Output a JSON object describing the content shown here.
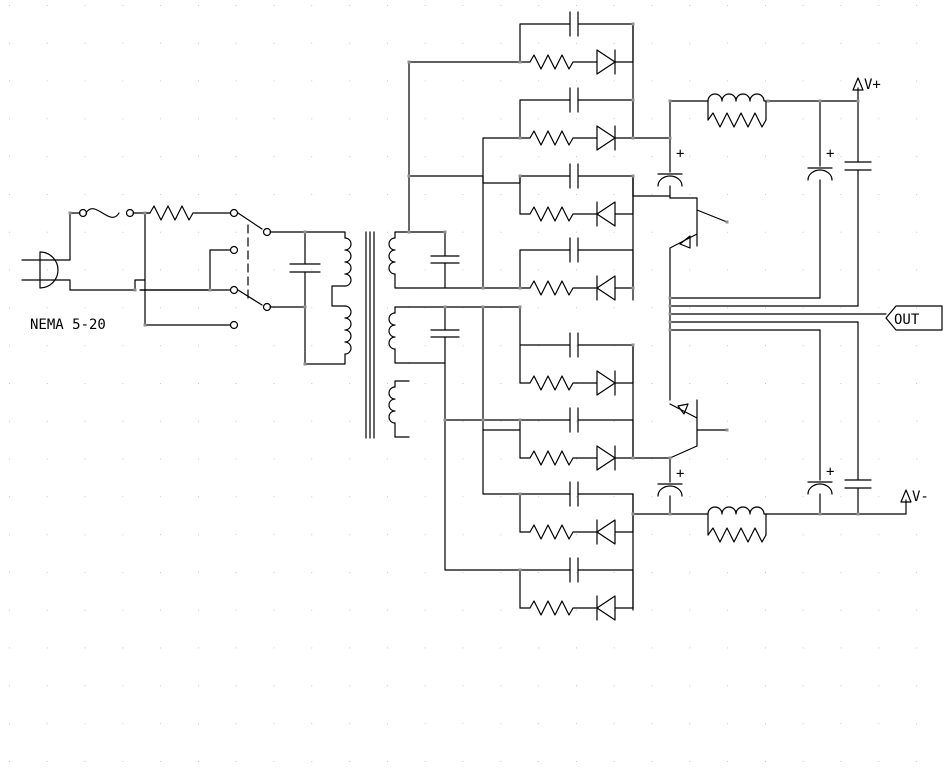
{
  "labels": {
    "plug": "NEMA 5-20",
    "vplus": "V+",
    "vminus": "V-",
    "out": "OUT"
  }
}
